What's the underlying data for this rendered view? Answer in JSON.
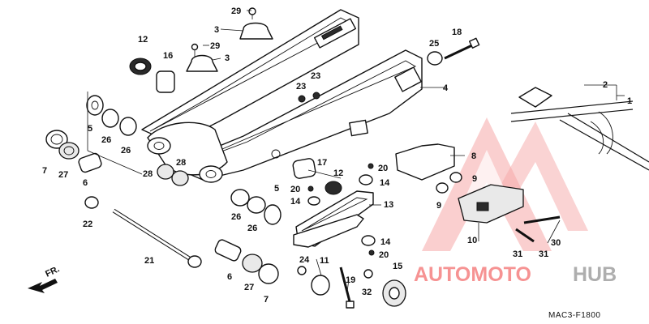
{
  "diagram": {
    "code": "MAC3-F1800",
    "direction_label": "FR.",
    "watermark": {
      "part1": "AUTOMOTO",
      "part2": "HUB",
      "accent": "#ef3b3b",
      "secondary": "#7a7a7a"
    },
    "callouts": {
      "c1": "1",
      "c2": "2",
      "c3a": "3",
      "c3b": "3",
      "c4": "4",
      "c5a": "5",
      "c5b": "5",
      "c6a": "6",
      "c6b": "6",
      "c7a": "7",
      "c7b": "7",
      "c8": "8",
      "c9a": "9",
      "c9b": "9",
      "c10": "10",
      "c11": "11",
      "c12a": "12",
      "c12b": "12",
      "c13": "13",
      "c14a": "14",
      "c14b": "14",
      "c14c": "14",
      "c15": "15",
      "c16": "16",
      "c17": "17",
      "c18": "18",
      "c19": "19",
      "c20a": "20",
      "c20b": "20",
      "c20c": "20",
      "c21": "21",
      "c22": "22",
      "c23a": "23",
      "c23b": "23",
      "c24": "24",
      "c25": "25",
      "c26a": "26",
      "c26b": "26",
      "c26c": "26",
      "c26d": "26",
      "c27a": "27",
      "c27b": "27",
      "c28a": "28",
      "c28b": "28",
      "c29a": "29",
      "c29b": "29",
      "c30": "30",
      "c31a": "31",
      "c31b": "31",
      "c32": "32"
    }
  }
}
